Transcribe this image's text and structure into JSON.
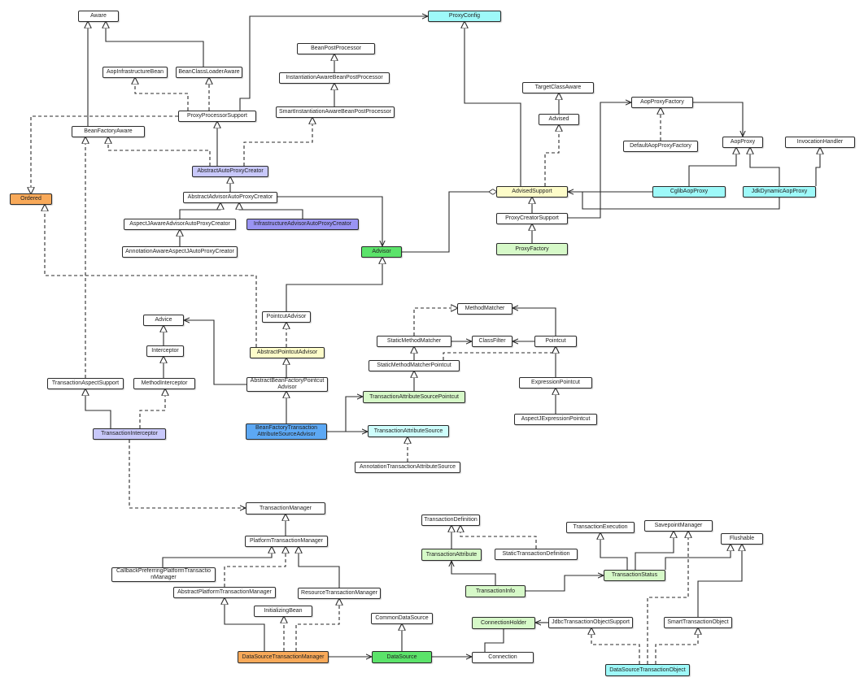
{
  "diagram": {
    "colors": {
      "white": "#ffffff",
      "lavender": "#c8c8fa",
      "purple": "#9a94f3",
      "orange": "#f8a959",
      "green": "#5be36a",
      "light_yellow": "#fdfcc9",
      "cyan": "#9ef9f9",
      "light_cyan": "#cdfdfb",
      "light_green": "#d6f9c8",
      "blue": "#5ca8f4",
      "line": "#2b2b2b"
    },
    "nodes": [
      {
        "id": "aware",
        "label": "Aware",
        "fill": "white"
      },
      {
        "id": "proxy_config",
        "label": "ProxyConfig",
        "fill": "cyan"
      },
      {
        "id": "bean_post_processor",
        "label": "BeanPostProcessor",
        "fill": "white"
      },
      {
        "id": "aop_infrastructure_bean",
        "label": "AopInfrastructureBean",
        "fill": "white"
      },
      {
        "id": "bean_class_loader_aware",
        "label": "BeanClassLoaderAware",
        "fill": "white"
      },
      {
        "id": "instantiation_aware_bpp",
        "label": "InstantiationAwareBeanPostProcessor",
        "fill": "white"
      },
      {
        "id": "target_class_aware",
        "label": "TargetClassAware",
        "fill": "white"
      },
      {
        "id": "aop_proxy_factory",
        "label": "AopProxyFactory",
        "fill": "white"
      },
      {
        "id": "proxy_processor_support",
        "label": "ProxyProcessorSupport",
        "fill": "white"
      },
      {
        "id": "smart_instantiation_aware_bpp",
        "label": "SmartInstantiationAwareBeanPostProcessor",
        "fill": "white"
      },
      {
        "id": "advised",
        "label": "Advised",
        "fill": "white"
      },
      {
        "id": "bean_factory_aware",
        "label": "BeanFactoryAware",
        "fill": "white"
      },
      {
        "id": "aop_proxy",
        "label": "AopProxy",
        "fill": "white"
      },
      {
        "id": "invocation_handler",
        "label": "InvocationHandler",
        "fill": "white"
      },
      {
        "id": "default_aop_proxy_factory",
        "label": "DefaultAopProxyFactory",
        "fill": "white"
      },
      {
        "id": "abstract_auto_proxy_creator",
        "label": "AbstractAutoProxyCreator",
        "fill": "lavender"
      },
      {
        "id": "advised_support",
        "label": "AdvisedSupport",
        "fill": "light_yellow"
      },
      {
        "id": "cglib_aop_proxy",
        "label": "CglibAopProxy",
        "fill": "cyan"
      },
      {
        "id": "jdk_dynamic_aop_proxy",
        "label": "JdkDynamicAopProxy",
        "fill": "cyan"
      },
      {
        "id": "ordered",
        "label": "Ordered",
        "fill": "orange"
      },
      {
        "id": "abstract_advisor_auto_proxy_creator",
        "label": "AbstractAdvisorAutoProxyCreator",
        "fill": "white"
      },
      {
        "id": "proxy_creator_support",
        "label": "ProxyCreatorSupport",
        "fill": "white"
      },
      {
        "id": "aspectj_aware_advisor_apc",
        "label": "AspectJAwareAdvisorAutoProxyCreator",
        "fill": "white"
      },
      {
        "id": "infrastructure_advisor_apc",
        "label": "InfrastructureAdvisorAutoProxyCreator",
        "fill": "purple"
      },
      {
        "id": "proxy_factory",
        "label": "ProxyFactory",
        "fill": "light_green"
      },
      {
        "id": "annotation_aware_aspectj_apc",
        "label": "AnnotationAwareAspectJAutoProxyCreator",
        "fill": "white"
      },
      {
        "id": "advisor",
        "label": "Advisor",
        "fill": "green"
      },
      {
        "id": "method_matcher",
        "label": "MethodMatcher",
        "fill": "white"
      },
      {
        "id": "pointcut_advisor",
        "label": "PointcutAdvisor",
        "fill": "white"
      },
      {
        "id": "advice",
        "label": "Advice",
        "fill": "white"
      },
      {
        "id": "static_method_matcher",
        "label": "StaticMethodMatcher",
        "fill": "white"
      },
      {
        "id": "class_filter",
        "label": "ClassFilter",
        "fill": "white"
      },
      {
        "id": "pointcut",
        "label": "Pointcut",
        "fill": "white"
      },
      {
        "id": "interceptor",
        "label": "Interceptor",
        "fill": "white"
      },
      {
        "id": "abstract_pointcut_advisor",
        "label": "AbstractPointcutAdvisor",
        "fill": "light_yellow"
      },
      {
        "id": "static_method_matcher_pointcut",
        "label": "StaticMethodMatcherPointcut",
        "fill": "white"
      },
      {
        "id": "transaction_aspect_support",
        "label": "TransactionAspectSupport",
        "fill": "white"
      },
      {
        "id": "method_interceptor",
        "label": "MethodInterceptor",
        "fill": "white"
      },
      {
        "id": "abstract_bean_factory_pointcut_advisor",
        "label": "AbstractBeanFactoryPointcut\nAdvisor",
        "fill": "white"
      },
      {
        "id": "expression_pointcut",
        "label": "ExpressionPointcut",
        "fill": "white"
      },
      {
        "id": "transaction_attribute_source_pointcut",
        "label": "TransactionAttributeSourcePointcut",
        "fill": "light_green"
      },
      {
        "id": "aspectj_expression_pointcut",
        "label": "AspectJExpressionPointcut",
        "fill": "white"
      },
      {
        "id": "transaction_interceptor",
        "label": "TransactionInterceptor",
        "fill": "lavender"
      },
      {
        "id": "bean_factory_transaction_attribute_source_advisor",
        "label": "BeanFactoryTransaction\nAttributeSourceAdvisor",
        "fill": "blue"
      },
      {
        "id": "transaction_attribute_source",
        "label": "TransactionAttributeSource",
        "fill": "light_cyan"
      },
      {
        "id": "annotation_transaction_attribute_source",
        "label": "AnnotationTransactionAttributeSource",
        "fill": "white"
      },
      {
        "id": "transaction_manager",
        "label": "TransactionManager",
        "fill": "white"
      },
      {
        "id": "transaction_definition",
        "label": "TransactionDefinition",
        "fill": "white"
      },
      {
        "id": "savepoint_manager",
        "label": "SavepointManager",
        "fill": "white"
      },
      {
        "id": "transaction_execution",
        "label": "TransactionExecution",
        "fill": "white"
      },
      {
        "id": "flushable",
        "label": "Flushable",
        "fill": "white"
      },
      {
        "id": "platform_transaction_manager",
        "label": "PlatformTransactionManager",
        "fill": "white"
      },
      {
        "id": "transaction_attribute",
        "label": "TransactionAttribute",
        "fill": "light_green"
      },
      {
        "id": "static_transaction_definition",
        "label": "StaticTransactionDefinition",
        "fill": "white"
      },
      {
        "id": "callback_preferring_ptm",
        "label": "CallbackPreferringPlatformTransactio\nnManager",
        "fill": "white"
      },
      {
        "id": "transaction_status",
        "label": "TransactionStatus",
        "fill": "light_green"
      },
      {
        "id": "transaction_info",
        "label": "TransactionInfo",
        "fill": "light_green"
      },
      {
        "id": "abstract_platform_transaction_manager",
        "label": "AbstractPlatformTransactionManager",
        "fill": "white"
      },
      {
        "id": "resource_transaction_manager",
        "label": "ResourceTransactionManager",
        "fill": "white"
      },
      {
        "id": "initializing_bean",
        "label": "InitializingBean",
        "fill": "white"
      },
      {
        "id": "common_data_source",
        "label": "CommonDataSource",
        "fill": "white"
      },
      {
        "id": "connection_holder",
        "label": "ConnectionHolder",
        "fill": "light_green"
      },
      {
        "id": "jdbc_transaction_object_support",
        "label": "JdbcTransactionObjectSupport",
        "fill": "white"
      },
      {
        "id": "smart_transaction_object",
        "label": "SmartTransactionObject",
        "fill": "white"
      },
      {
        "id": "data_source_transaction_manager",
        "label": "DataSourceTransactionManager",
        "fill": "orange"
      },
      {
        "id": "data_source",
        "label": "DataSource",
        "fill": "green"
      },
      {
        "id": "connection",
        "label": "Connection",
        "fill": "white"
      },
      {
        "id": "data_source_transaction_object",
        "label": "DataSourceTransactionObject",
        "fill": "cyan"
      }
    ]
  }
}
